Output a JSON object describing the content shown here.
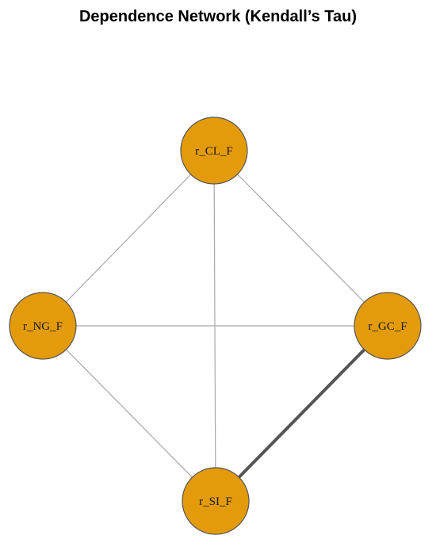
{
  "title": "Dependence Network (Kendall’s Tau)",
  "colors": {
    "node_fill": "#E39A0B",
    "node_stroke": "#555555",
    "edge": "#a8a8a8",
    "edge_strong": "#555555"
  },
  "nodes": [
    {
      "id": "CL",
      "label": "r_CL_F"
    },
    {
      "id": "NG",
      "label": "r_NG_F"
    },
    {
      "id": "GC",
      "label": "r_GC_F"
    },
    {
      "id": "SI",
      "label": "r_SI_F"
    }
  ],
  "edges": [
    {
      "from": "CL",
      "to": "NG",
      "strength": "weak"
    },
    {
      "from": "CL",
      "to": "GC",
      "strength": "weak"
    },
    {
      "from": "CL",
      "to": "SI",
      "strength": "weak"
    },
    {
      "from": "NG",
      "to": "GC",
      "strength": "weak"
    },
    {
      "from": "NG",
      "to": "SI",
      "strength": "weak"
    },
    {
      "from": "GC",
      "to": "SI",
      "strength": "strong"
    }
  ]
}
